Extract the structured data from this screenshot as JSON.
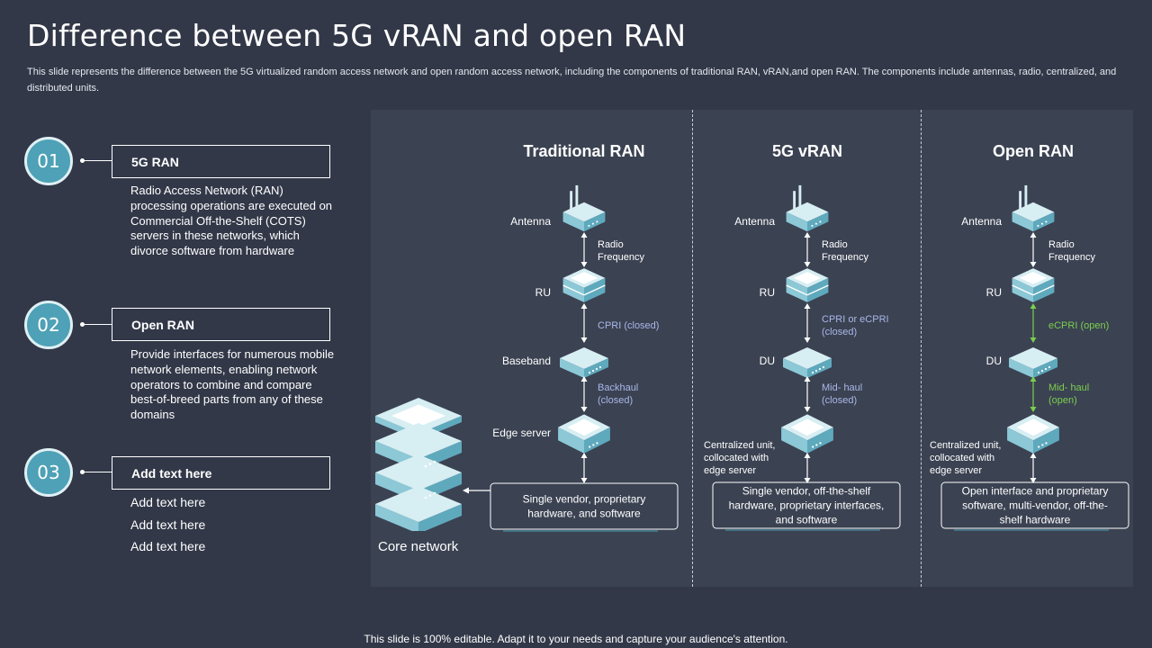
{
  "title": "Difference between 5G vRAN and open RAN",
  "subtitle": "This slide represents the difference between the 5G virtualized random access network and open random access network, including the components of traditional RAN, vRAN,and  open RAN. The components include antennas, radio, centralized, and distributed units.",
  "items": [
    {
      "num": "01",
      "label": "5G RAN",
      "desc": "Radio Access Network (RAN) processing operations are executed on Commercial Off-the-Shelf (COTS) servers in these networks, which divorce software from hardware"
    },
    {
      "num": "02",
      "label": "Open RAN",
      "desc": "Provide interfaces for numerous mobile network elements, enabling network operators to combine and compare best-of-breed parts from any of these domains"
    },
    {
      "num": "03",
      "label": "Add text here",
      "lines": [
        "Add text here",
        "Add text here",
        "Add text here"
      ]
    }
  ],
  "diagram": {
    "core_label": "Core network",
    "columns": [
      {
        "header": "Traditional RAN",
        "nodes": [
          "Antenna",
          "RU",
          "Baseband",
          "Edge server"
        ],
        "links": [
          [
            "Radio",
            "Frequency"
          ],
          [
            "CPRI (closed)"
          ],
          [
            "Backhaul",
            "(closed)"
          ]
        ],
        "note": [
          "Single vendor,  proprietary",
          "hardware,  and software"
        ]
      },
      {
        "header": "5G vRAN",
        "nodes": [
          "Antenna",
          "RU",
          "DU"
        ],
        "links": [
          [
            "Radio",
            "Frequency"
          ],
          [
            "CPRI or eCPRI",
            "(closed)"
          ],
          [
            "Mid- haul",
            "(closed)"
          ]
        ],
        "server_label": [
          "Centralized unit,",
          "collocated with",
          "edge server"
        ],
        "note": [
          "Single vendor,  off-the-shelf",
          "hardware,  proprietary interfaces,",
          "and software"
        ]
      },
      {
        "header": "Open RAN",
        "nodes": [
          "Antenna",
          "RU",
          "DU"
        ],
        "links": [
          [
            "Radio",
            "Frequency"
          ],
          [
            "eCPRI (open)"
          ],
          [
            "Mid- haul",
            "(open)"
          ]
        ],
        "server_label": [
          "Centralized unit,",
          "collocated with",
          "edge server"
        ],
        "note": [
          "Open interface and proprietary",
          "software,  multi-vendor,  off-the-",
          "shelf hardware"
        ]
      }
    ]
  },
  "colors": {
    "background": "#323848",
    "panel": "#3b4252",
    "accent": "#4ea1b6",
    "closed_link": "#a9b7e8",
    "open_link": "#7ccf4e"
  },
  "footer": "This slide is 100% editable. Adapt it to your needs and capture your audience's attention."
}
